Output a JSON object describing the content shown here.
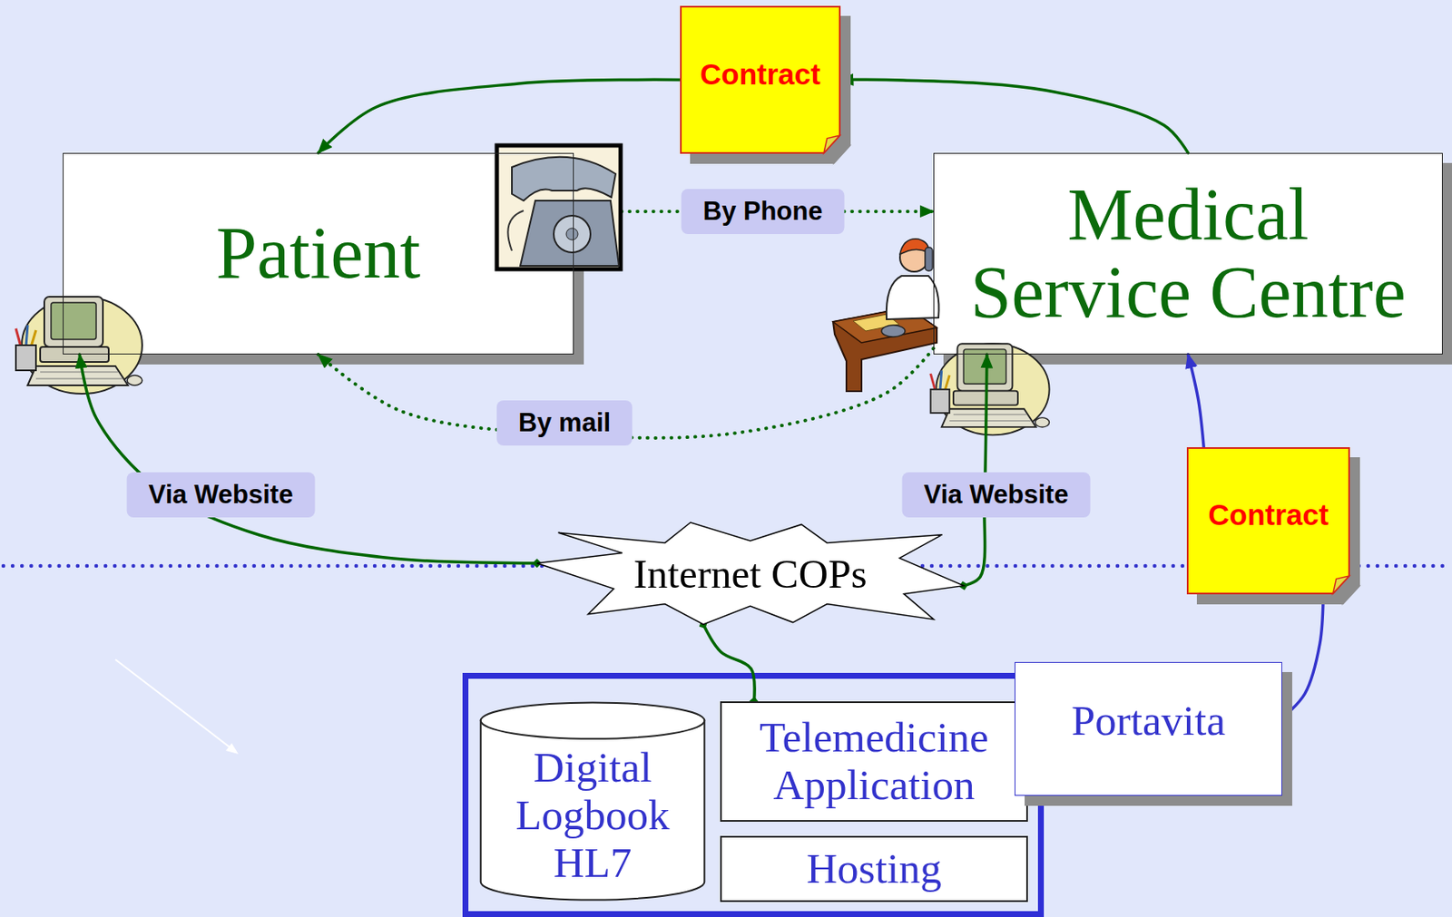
{
  "diagram": {
    "nodes": [
      {
        "text": [
          "Contract"
        ]
      },
      {
        "text": [
          "Patient"
        ]
      },
      {
        "text": [
          "Medical Service Centre"
        ]
      },
      {
        "text": [
          "Contract"
        ]
      },
      {
        "text": [
          "Internet COPs"
        ]
      },
      {
        "text": [
          "Digital Logbook HL7"
        ]
      },
      {
        "text": [
          "Telemedicine Application"
        ]
      },
      {
        "text": [
          "Portavita"
        ]
      },
      {
        "text": [
          "Hosting"
        ]
      }
    ],
    "edges": [
      {
        "from": 2,
        "to": 0,
        "arrow": "to"
      },
      {
        "from": 0,
        "to": 1,
        "arrow": "to"
      },
      {
        "from": 1,
        "to": 2,
        "label": "By Phone",
        "arrow": "to"
      },
      {
        "from": 2,
        "to": 1,
        "label": "By mail",
        "arrow": "to"
      },
      {
        "from": 4,
        "to": 1,
        "label": "Via Website",
        "arrow": "to"
      },
      {
        "from": 4,
        "to": 2,
        "label": "Via Website",
        "arrow": "to"
      },
      {
        "from": 4,
        "to": 6,
        "arrow": "none"
      },
      {
        "from": 7,
        "to": 3,
        "arrow": "none"
      },
      {
        "from": 3,
        "to": 2,
        "arrow": "to"
      }
    ]
  }
}
